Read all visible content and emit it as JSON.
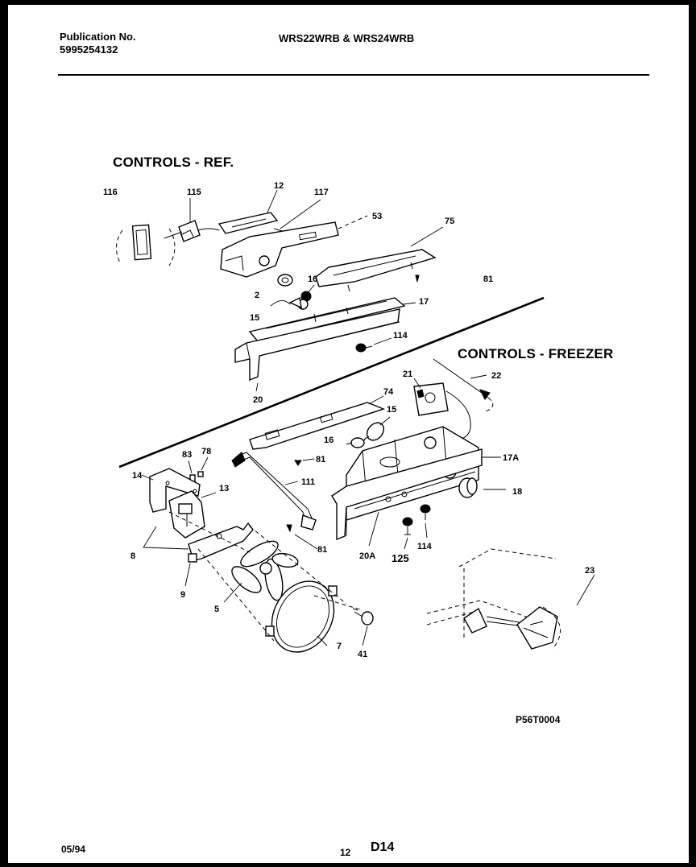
{
  "header": {
    "publication_label": "Publication No.",
    "publication_number": "5995254132",
    "models": "WRS22WRB & WRS24WRB"
  },
  "sections": {
    "ref": "CONTROLS - REF.",
    "freezer": "CONTROLS - FREEZER"
  },
  "callouts": {
    "c116": "116",
    "c115": "115",
    "c12": "12",
    "c117": "117",
    "c53": "53",
    "c75": "75",
    "c2": "2",
    "c16a": "16",
    "c81a": "81",
    "c15a": "15",
    "c17": "17",
    "c114a": "114",
    "c20": "20",
    "c21": "21",
    "c22": "22",
    "c74": "74",
    "c15b": "15",
    "c16b": "16",
    "c81b": "81",
    "c17a": "17A",
    "c83": "83",
    "c78": "78",
    "c14": "14",
    "c111": "111",
    "c13": "13",
    "c18": "18",
    "c8": "8",
    "c81c": "81",
    "c20a": "20A",
    "c125": "125",
    "c114b": "114",
    "c9": "9",
    "c5": "5",
    "c23": "23",
    "c7": "7",
    "c41": "41"
  },
  "diagram_code": "P56T0004",
  "footer": {
    "date": "05/94",
    "page_number": "12",
    "page_code": "D14"
  }
}
